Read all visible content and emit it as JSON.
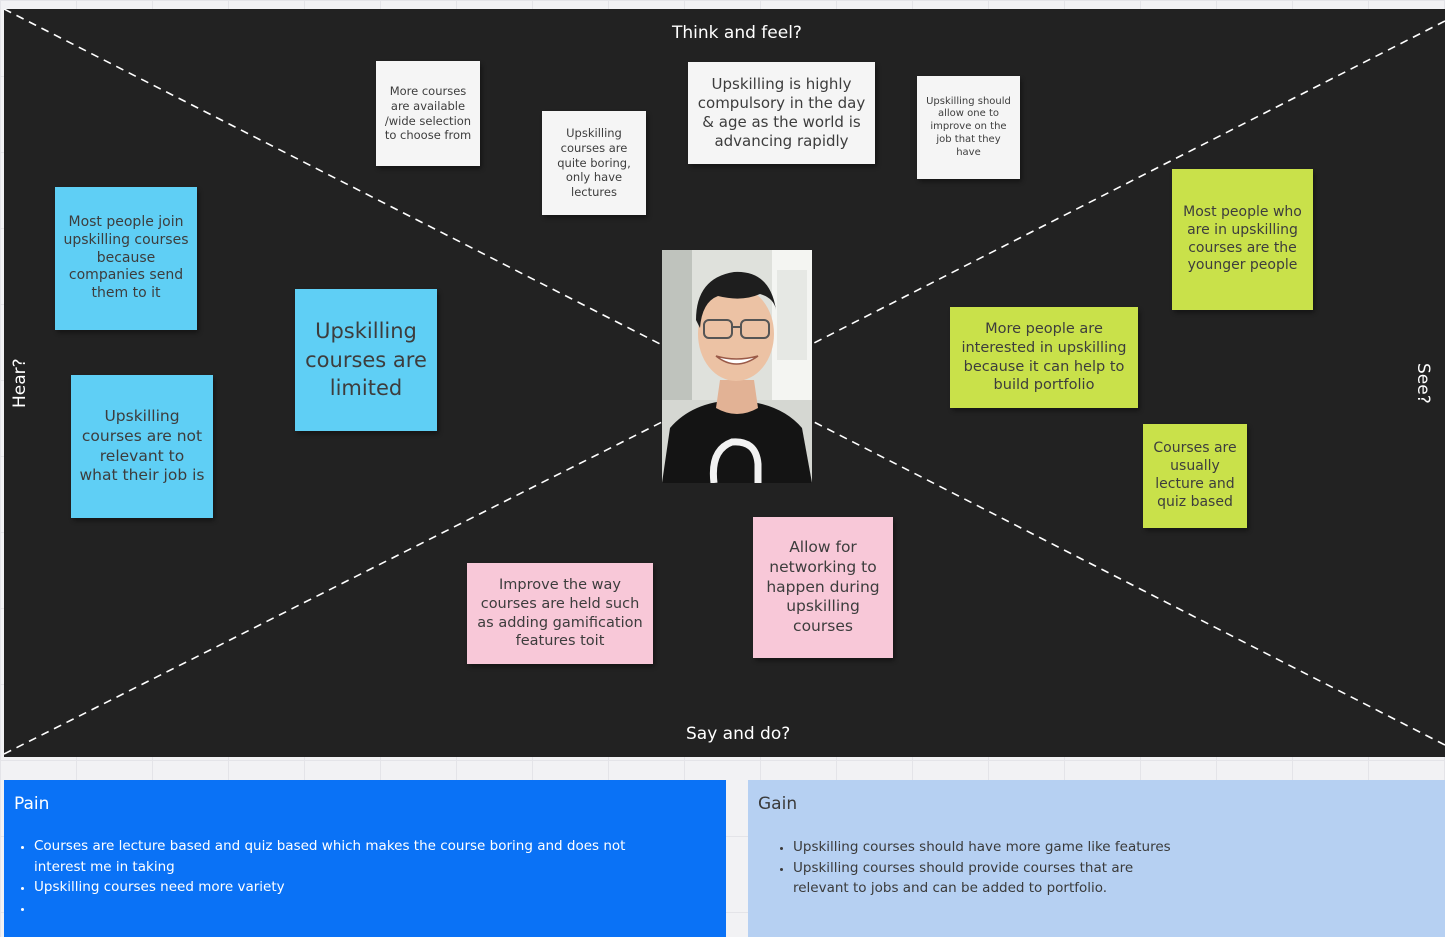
{
  "board": {
    "background": "#222222",
    "quadrants": {
      "top": "Think and feel?",
      "bottom": "Say and do?",
      "left": "Hear?",
      "right": "See?"
    }
  },
  "notes": {
    "think_1": "More courses are available /wide selection to choose from",
    "think_2": "Upskilling courses are quite boring, only have lectures",
    "think_3": "Upskilling is highly compulsory in the day & age as the world is advancing rapidly",
    "think_4": "Upskilling should allow one to improve on the job that they have",
    "hear_1": "Most people join upskilling courses because companies send them to it",
    "hear_2": "Upskilling courses are limited",
    "hear_3": "Upskilling courses are not relevant to what their job is",
    "see_1": "Most people who are in upskilling courses are the younger people",
    "see_2": "More people are interested in upskilling because it can help to build portfolio",
    "see_3": "Courses are usually lecture and quiz based",
    "say_1": "Improve the way courses are held such as adding gamification features toit",
    "say_2": "Allow for networking to happen during upskilling courses"
  },
  "colors": {
    "white_note": "#f5f5f5",
    "blue_note": "#5fcff5",
    "green_note": "#c9e14a",
    "pink_note": "#f8c8d8",
    "pain_panel": "#0a72f6",
    "gain_panel": "#b6d0f2"
  },
  "pain": {
    "title": "Pain",
    "items": [
      "Courses are lecture based and quiz based which makes the course boring and does not interest me in taking",
      "Upskilling courses need more variety",
      ""
    ]
  },
  "gain": {
    "title": "Gain",
    "items": [
      "Upskilling courses should have more game like features",
      "Upskilling courses should provide courses that are relevant to jobs and can be added to portfolio."
    ]
  }
}
